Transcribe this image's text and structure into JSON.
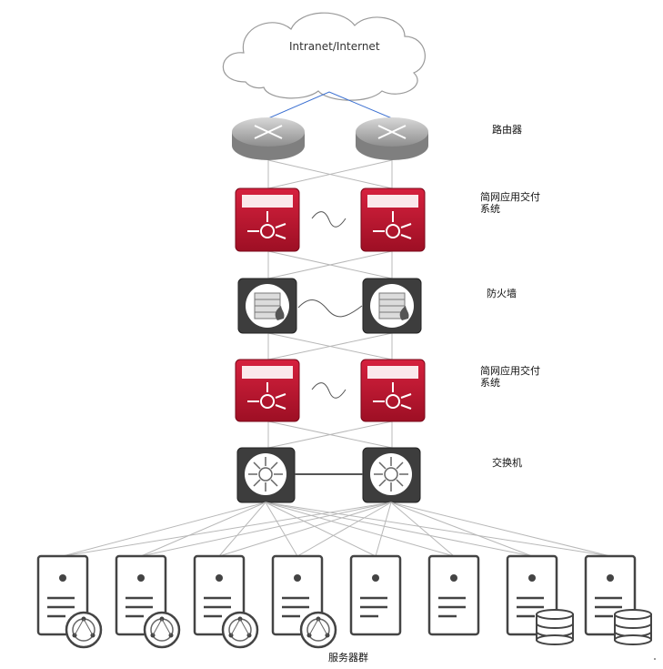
{
  "cloud": {
    "label": "Intranet/Internet",
    "icon": "cloud-icon"
  },
  "tiers": {
    "router": {
      "label": "路由器",
      "icon": "router-icon"
    },
    "adc_top": {
      "label_line1": "简网应用交付",
      "label_line2": "系统",
      "icon": "adc-icon"
    },
    "firewall": {
      "label": "防火墙",
      "icon": "firewall-icon"
    },
    "adc_bottom": {
      "label_line1": "简网应用交付",
      "label_line2": "系统",
      "icon": "adc-icon"
    },
    "switch": {
      "label": "交换机",
      "icon": "switch-icon"
    }
  },
  "servers": {
    "label": "服务器群",
    "items": [
      {
        "type": "web"
      },
      {
        "type": "web"
      },
      {
        "type": "web"
      },
      {
        "type": "web"
      },
      {
        "type": "plain"
      },
      {
        "type": "plain"
      },
      {
        "type": "database"
      },
      {
        "type": "database"
      }
    ]
  },
  "colors": {
    "adc_red": "#c41230",
    "device_gray": "#3d3d3d",
    "router_gray": "#9a9a9a",
    "link_blue": "#3a6fd1"
  }
}
